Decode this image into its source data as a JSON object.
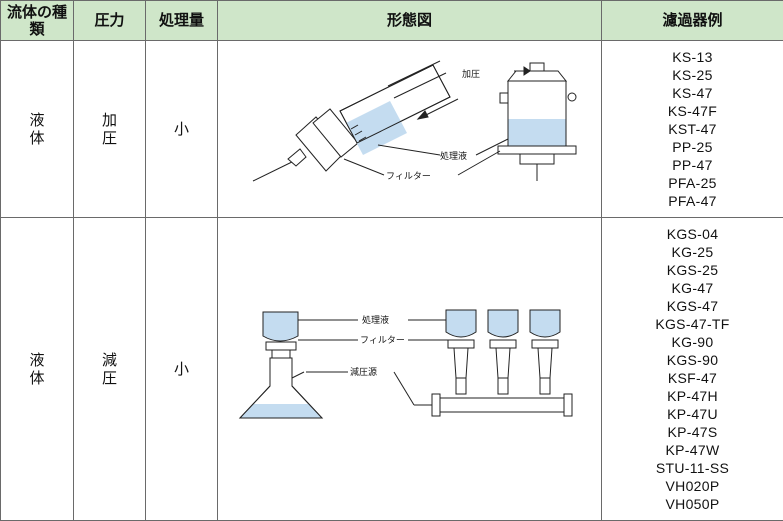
{
  "headers": {
    "fluid_type": "流体の種類",
    "pressure": "圧力",
    "volume": "処理量",
    "form_diagram": "形態図",
    "filter_examples": "濾過器例"
  },
  "rows": [
    {
      "fluid": "液体",
      "pressure": "加圧",
      "volume": "小",
      "diagram_labels": {
        "pressure_label": "加圧",
        "liquid_label": "処理液",
        "filter_label": "フィルター"
      },
      "filters": [
        "KS-13",
        "KS-25",
        "KS-47",
        "KS-47F",
        "KST-47",
        "PP-25",
        "PP-47",
        "PFA-25",
        "PFA-47"
      ]
    },
    {
      "fluid": "液体",
      "pressure": "減圧",
      "volume": "小",
      "diagram_labels": {
        "liquid_label": "処理液",
        "filter_label": "フィルター",
        "vacuum_label": "減圧源"
      },
      "filters": [
        "KGS-04",
        "KG-25",
        "KGS-25",
        "KG-47",
        "KGS-47",
        "KGS-47-TF",
        "KG-90",
        "KGS-90",
        "KSF-47",
        "KP-47H",
        "KP-47U",
        "KP-47S",
        "KP-47W",
        "STU-11-SS",
        "VH020P",
        "VH050P"
      ]
    }
  ],
  "colors": {
    "header_bg": "#cfe6c9",
    "liquid": "#c4dcf0",
    "border": "#6a6a6a"
  }
}
